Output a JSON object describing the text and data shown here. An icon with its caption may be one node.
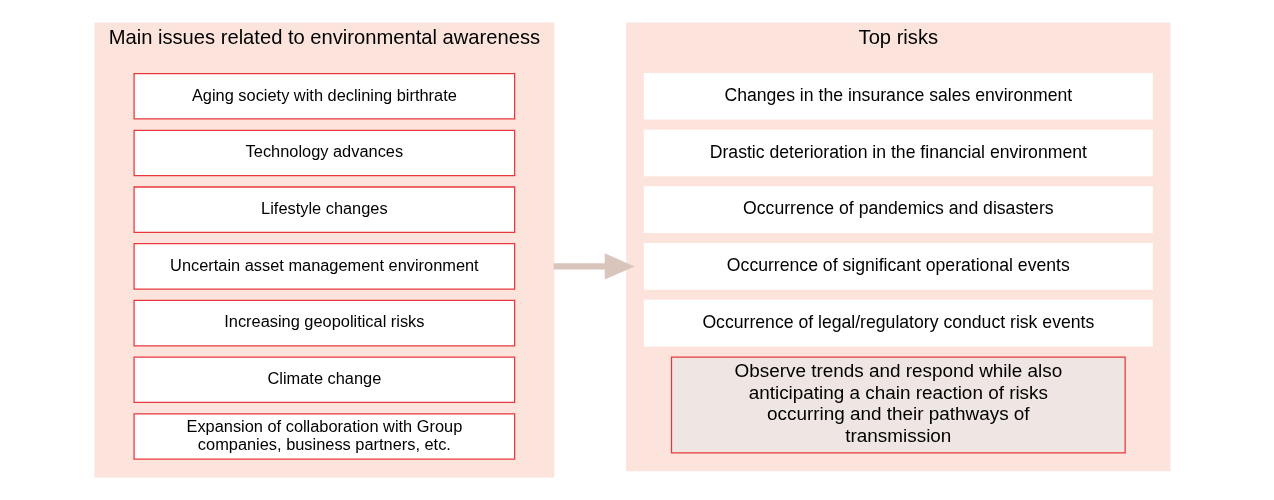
{
  "diagram": {
    "nodes": [
      {
        "text": [
          "Main issues related to environmental awareness"
        ]
      },
      {
        "text": [
          "Aging society with declining birthrate"
        ],
        "in": 0
      },
      {
        "text": [
          "Technology advances"
        ],
        "in": 0
      },
      {
        "text": [
          "Lifestyle changes"
        ],
        "in": 0
      },
      {
        "text": [
          "Uncertain asset management environment"
        ],
        "in": 0
      },
      {
        "text": [
          "Increasing geopolitical risks"
        ],
        "in": 0
      },
      {
        "text": [
          "Climate change"
        ],
        "in": 0
      },
      {
        "text": [
          "Expansion of collaboration with Group companies, business partners, etc."
        ],
        "in": 0
      },
      {
        "text": [
          "Top risks"
        ]
      },
      {
        "text": [
          "Changes in the insurance sales environment"
        ],
        "in": 8
      },
      {
        "text": [
          "Drastic deterioration in the financial environment"
        ],
        "in": 8
      },
      {
        "text": [
          "Occurrence of pandemics and disasters"
        ],
        "in": 8
      },
      {
        "text": [
          "Occurrence of significant operational events"
        ],
        "in": 8
      },
      {
        "text": [
          "Occurrence of legal/regulatory conduct risk events"
        ],
        "in": 8
      },
      {
        "text": [
          "Observe trends and respond while also anticipating a chain reaction of risks occurring and their pathways of transmission"
        ],
        "in": 8
      }
    ],
    "edges": [
      {
        "from": 0,
        "to": 8,
        "arrow": "to"
      }
    ]
  }
}
